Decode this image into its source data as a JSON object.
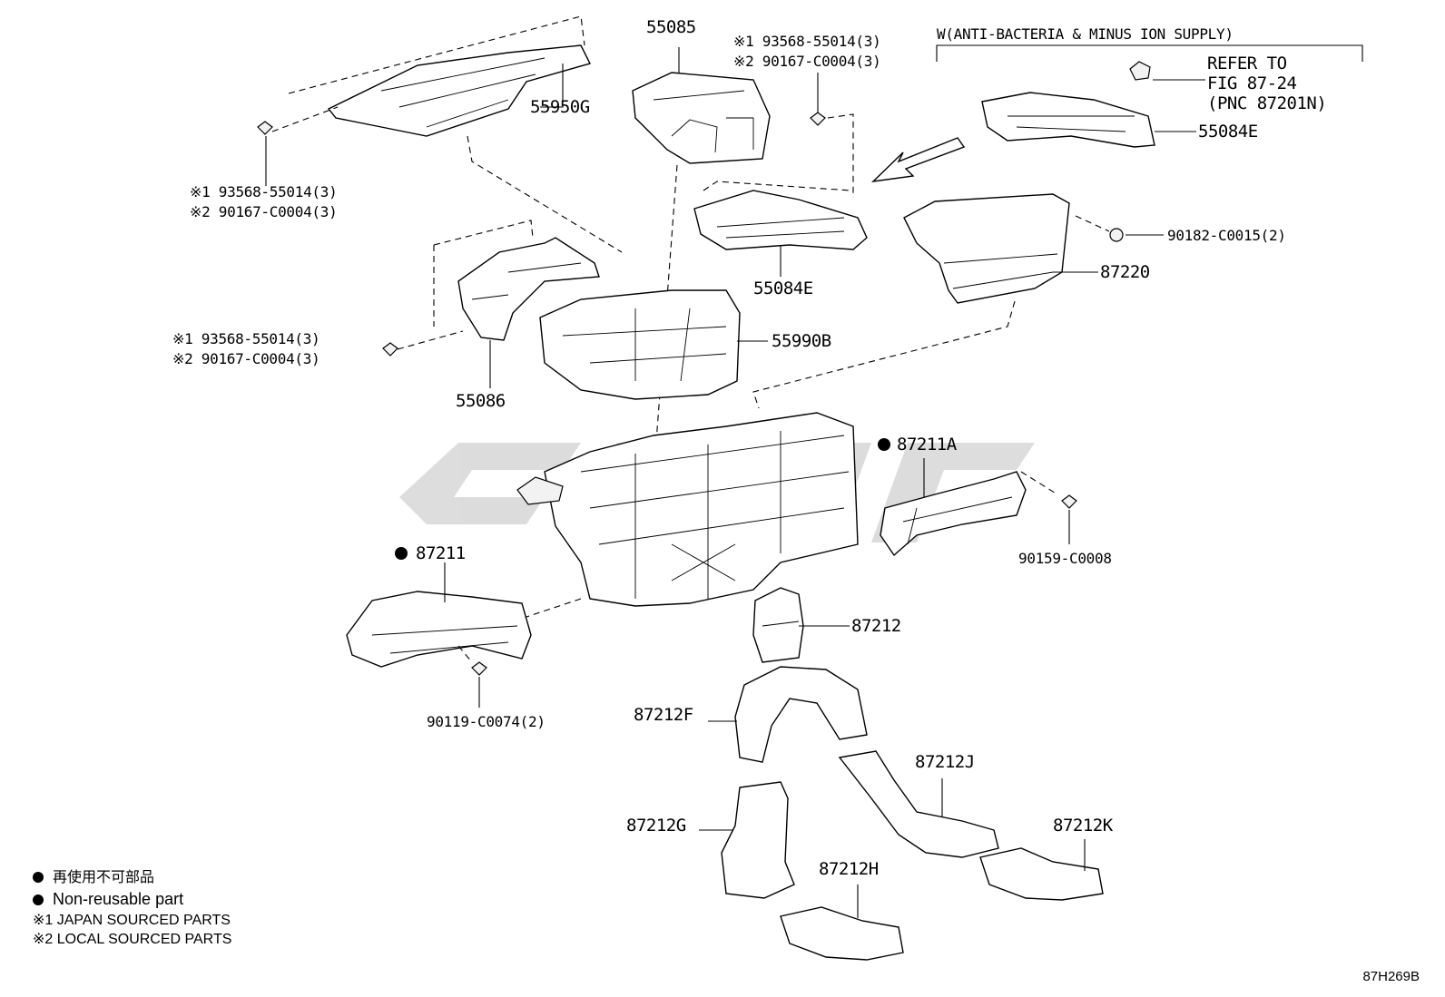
{
  "diagram_code": "87H269B",
  "variant_header": "W(ANTI-BACTERIA & MINUS ION SUPPLY)",
  "refer_note": [
    "REFER TO",
    "FIG 87-24",
    "(PNC 87201N)"
  ],
  "fastener_sets": {
    "top_left": [
      "※1 93568-55014(3)",
      "※2 90167-C0004(3)"
    ],
    "top_center": [
      "※1 93568-55014(3)",
      "※2 90167-C0004(3)"
    ],
    "mid_left": [
      "※1 93568-55014(3)",
      "※2 90167-C0004(3)"
    ]
  },
  "part_labels": {
    "p55950G": "55950G",
    "p55085": "55085",
    "p55084E_top": "55084E",
    "p55084E": "55084E",
    "p87220": "87220",
    "p90182": "90182-C0015(2)",
    "p55086": "55086",
    "p55990B": "55990B",
    "p87211A": "87211A",
    "p90159": "90159-C0008",
    "p87211": "87211",
    "p87212": "87212",
    "p90119": "90119-C0074(2)",
    "p87212F": "87212F",
    "p87212J": "87212J",
    "p87212G": "87212G",
    "p87212K": "87212K",
    "p87212H": "87212H"
  },
  "legend": {
    "jp_nonreusable": "再使用不可部品",
    "nonreusable": "Non-reusable part",
    "japan_sourced": "※1 JAPAN SOURCED PARTS",
    "local_sourced": "※2 LOCAL SOURCED PARTS"
  }
}
